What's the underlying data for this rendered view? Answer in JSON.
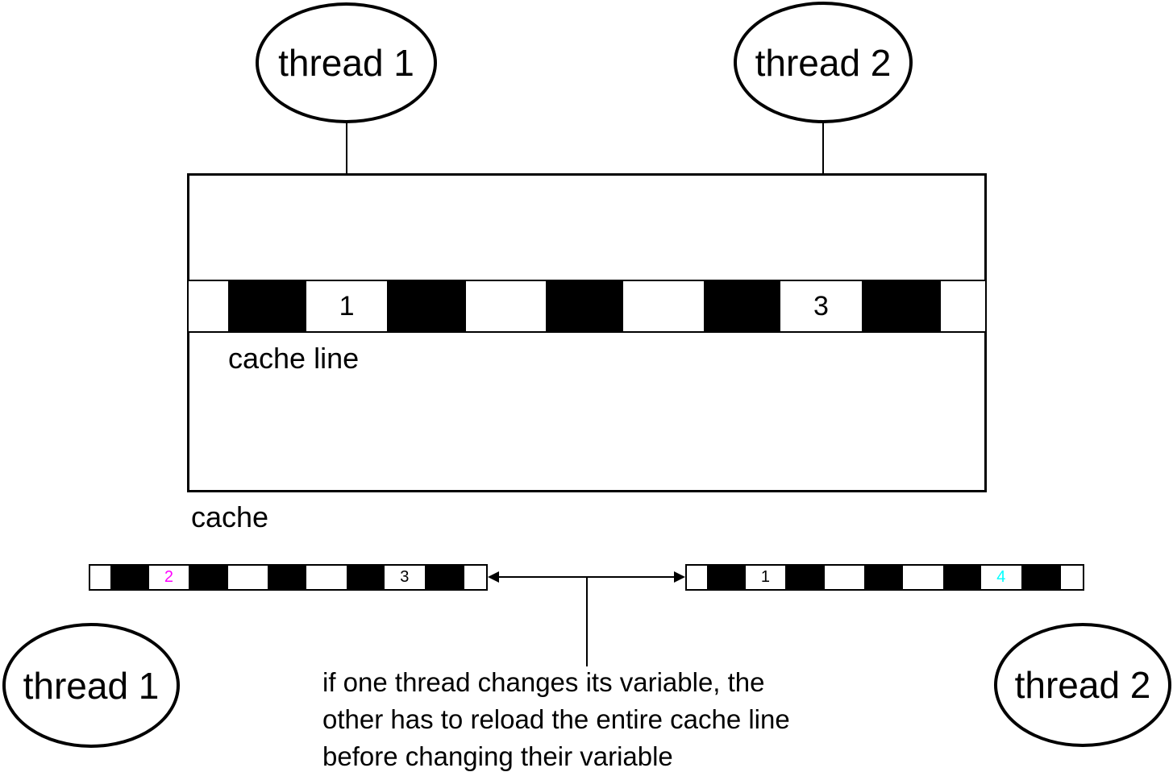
{
  "colors": {
    "ink": "#000000",
    "background": "#ffffff",
    "magenta": "#ff00ff",
    "cyan": "#00ffff"
  },
  "threads": {
    "top_left": "thread 1",
    "top_right": "thread 2",
    "bottom_left": "thread 1",
    "bottom_right": "thread 2"
  },
  "labels": {
    "cache": "cache",
    "cache_line": "cache line"
  },
  "note": {
    "lines": [
      "if one thread changes its variable, the",
      "other has to reload the entire cache line",
      "before changing their variable"
    ]
  },
  "strips": {
    "cache_line": {
      "cells": [
        {
          "fill": "white",
          "width": 5
        },
        {
          "fill": "black",
          "width": 9.8
        },
        {
          "fill": "white",
          "width": 10.1,
          "label": "1",
          "label_color": "#000000"
        },
        {
          "fill": "black",
          "width": 9.9
        },
        {
          "fill": "white",
          "width": 10
        },
        {
          "fill": "black",
          "width": 9.8
        },
        {
          "fill": "white",
          "width": 10.1
        },
        {
          "fill": "black",
          "width": 9.6
        },
        {
          "fill": "white",
          "width": 10.2,
          "label": "3",
          "label_color": "#000000"
        },
        {
          "fill": "black",
          "width": 9.9
        },
        {
          "fill": "white",
          "width": 5.6
        }
      ]
    },
    "thread1_copy": {
      "cells": [
        {
          "fill": "white",
          "width": 5
        },
        {
          "fill": "black",
          "width": 9.8
        },
        {
          "fill": "white",
          "width": 10.1,
          "label": "2",
          "label_color": "#ff00ff"
        },
        {
          "fill": "black",
          "width": 9.9
        },
        {
          "fill": "white",
          "width": 10
        },
        {
          "fill": "black",
          "width": 9.8
        },
        {
          "fill": "white",
          "width": 10.1
        },
        {
          "fill": "black",
          "width": 9.6
        },
        {
          "fill": "white",
          "width": 10.2,
          "label": "3",
          "label_color": "#000000"
        },
        {
          "fill": "black",
          "width": 9.9
        },
        {
          "fill": "white",
          "width": 5.6
        }
      ]
    },
    "thread2_copy": {
      "cells": [
        {
          "fill": "white",
          "width": 5
        },
        {
          "fill": "black",
          "width": 9.8
        },
        {
          "fill": "white",
          "width": 10.1,
          "label": "1",
          "label_color": "#000000"
        },
        {
          "fill": "black",
          "width": 9.9
        },
        {
          "fill": "white",
          "width": 10
        },
        {
          "fill": "black",
          "width": 9.8
        },
        {
          "fill": "white",
          "width": 10.1
        },
        {
          "fill": "black",
          "width": 9.6
        },
        {
          "fill": "white",
          "width": 10.2,
          "label": "4",
          "label_color": "#00ffff"
        },
        {
          "fill": "black",
          "width": 9.9
        },
        {
          "fill": "white",
          "width": 5.6
        }
      ]
    }
  }
}
